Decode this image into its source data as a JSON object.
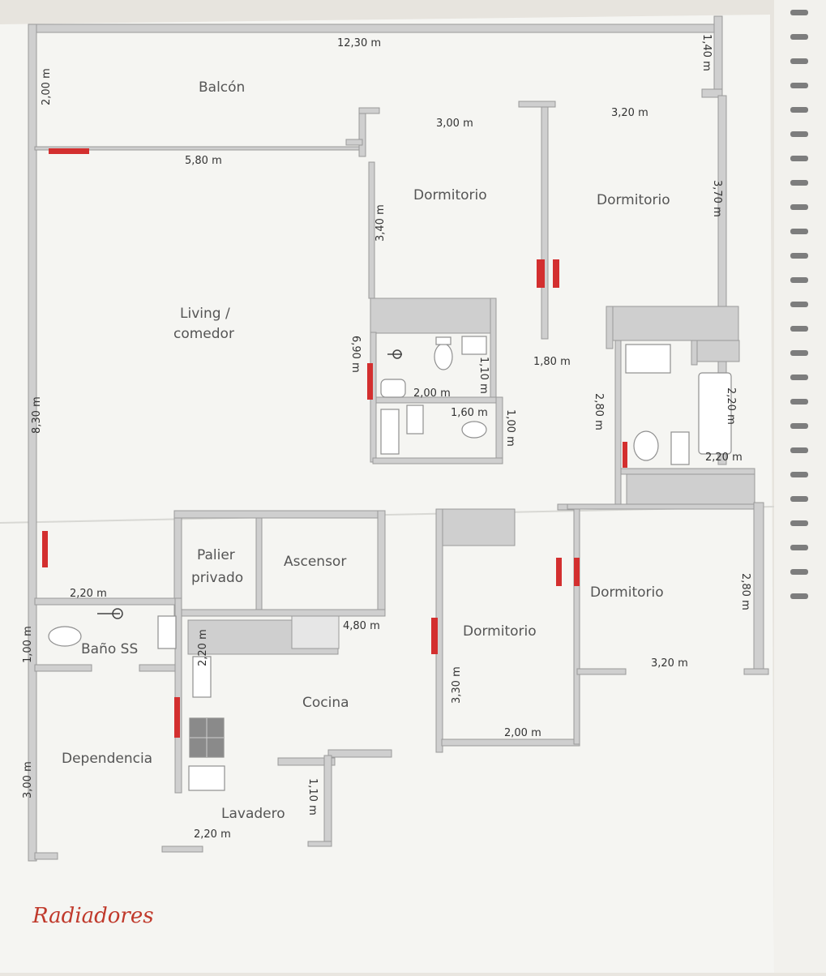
{
  "rooms": {
    "balcon": "Balcón",
    "living_line1": "Living /",
    "living_line2": "comedor",
    "dorm_top_left": "Dormitorio",
    "dorm_top_right": "Dormitorio",
    "palier_line1": "Palier",
    "palier_line2": "privado",
    "ascensor": "Ascensor",
    "bano_ss": "Baño SS",
    "cocina": "Cocina",
    "dependencia": "Dependencia",
    "lavadero": "Lavadero",
    "dorm_bottom_mid": "Dormitorio",
    "dorm_bottom_right": "Dormitorio"
  },
  "dims": {
    "d_12_30": "12,30 m",
    "d_1_40": "1,40 m",
    "d_2_00_balcon": "2,00 m",
    "d_5_80": "5,80 m",
    "d_3_00_dorm": "3,00 m",
    "d_3_20_dorm": "3,20 m",
    "d_3_70": "3,70 m",
    "d_3_40": "3,40 m",
    "d_6_90": "6,90 m",
    "d_8_30": "8,30 m",
    "d_1_80": "1,80 m",
    "d_1_10_bath": "1,10 m",
    "d_2_00_bath": "2,00 m",
    "d_1_60": "1,60 m",
    "d_1_00_bath": "1,00 m",
    "d_2_80_bath": "2,80 m",
    "d_2_20_bath_v": "2,20 m",
    "d_2_20_bath_h": "2,20 m",
    "d_2_20_bano": "2,20 m",
    "d_1_00_bano": "1,00 m",
    "d_2_20_cocina": "2,20 m",
    "d_4_80": "4,80 m",
    "d_3_00_dep": "3,00 m",
    "d_2_20_lav": "2,20 m",
    "d_1_10_lav": "1,10 m",
    "d_3_30": "3,30 m",
    "d_2_00_dorm": "2,00 m",
    "d_2_80_dorm": "2,80 m",
    "d_3_20_dorm_b": "3,20 m"
  },
  "note": "Radiadores",
  "colors": {
    "paper": "#f5f5f2",
    "wall": "#c9c9c9",
    "wall_edge": "#9a9a9a",
    "radiator": "#d32f2f"
  }
}
